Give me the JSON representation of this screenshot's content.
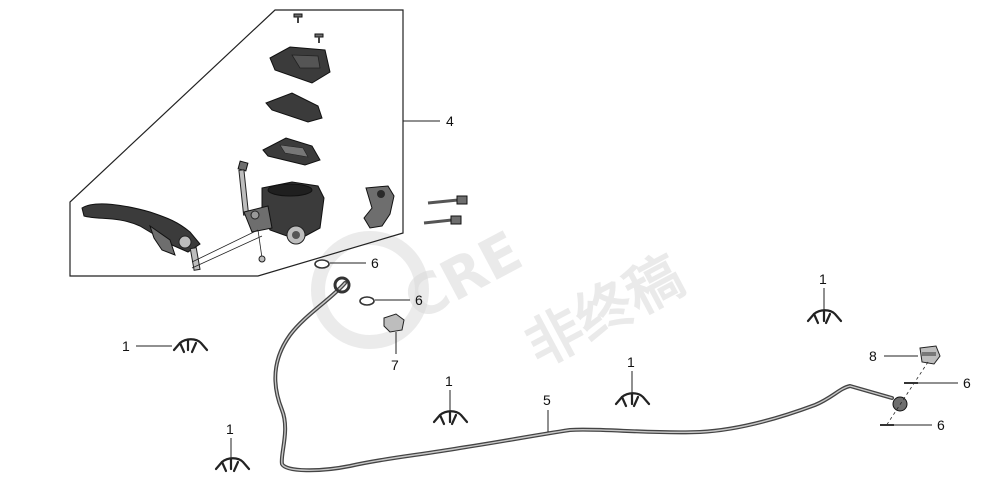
{
  "watermark": {
    "brand": "CRE",
    "text": "非终稿"
  },
  "callouts": [
    {
      "id": "c4",
      "label": "4"
    },
    {
      "id": "c6a",
      "label": "6"
    },
    {
      "id": "c6b",
      "label": "6"
    },
    {
      "id": "c7",
      "label": "7"
    },
    {
      "id": "c1a",
      "label": "1"
    },
    {
      "id": "c1b",
      "label": "1"
    },
    {
      "id": "c1c",
      "label": "1"
    },
    {
      "id": "c1d",
      "label": "1"
    },
    {
      "id": "c1e",
      "label": "1"
    },
    {
      "id": "c5",
      "label": "5"
    },
    {
      "id": "c8",
      "label": "8"
    },
    {
      "id": "c6c",
      "label": "6"
    },
    {
      "id": "c6d",
      "label": "6"
    }
  ]
}
